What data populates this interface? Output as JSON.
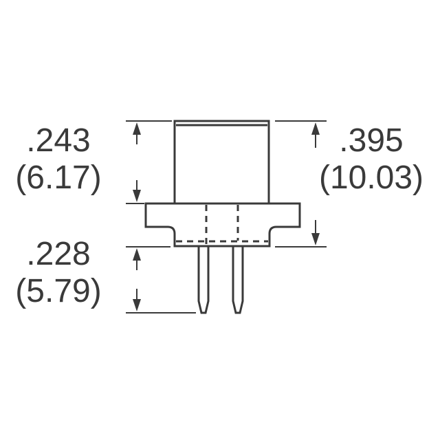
{
  "drawing": {
    "type": "component outline with dimensions",
    "stroke_color": "#3a3a3a",
    "background": "#ffffff"
  },
  "dimensions": {
    "body_height": {
      "inch": ".243",
      "mm": "(6.17)"
    },
    "total_height": {
      "inch": ".395",
      "mm": "(10.03)"
    },
    "pin_length": {
      "inch": ".228",
      "mm": "(5.79)"
    }
  }
}
